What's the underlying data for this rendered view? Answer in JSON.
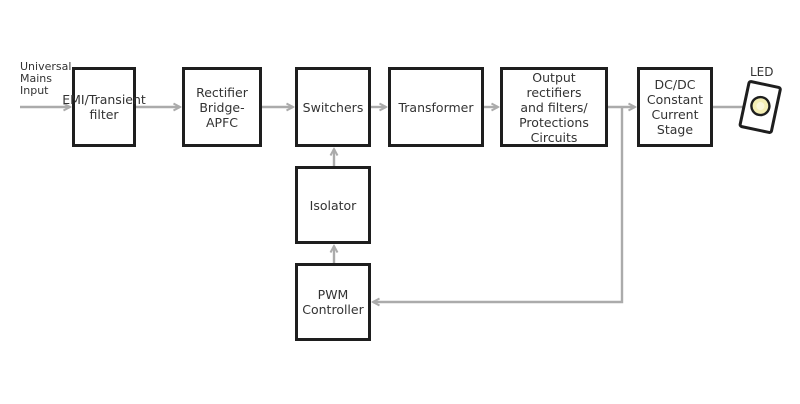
{
  "input_label": "Universal\nMains\nInput",
  "blocks": {
    "emi": "EMI/Transient\nfilter",
    "rectifier": "Rectifier\nBridge-APFC",
    "switchers": "Switchers",
    "transformer": "Transformer",
    "output": "Output rectifiers\nand filters/\nProtections\nCircuits",
    "dcdc": "DC/DC\nConstant\nCurrent\nStage",
    "isolator": "Isolator",
    "pwm": "PWM\nController"
  },
  "led_label": "LED",
  "colors": {
    "arrow": "#ababab",
    "box_border": "#1e1e1e",
    "led_glow": "#f4eeb4"
  }
}
